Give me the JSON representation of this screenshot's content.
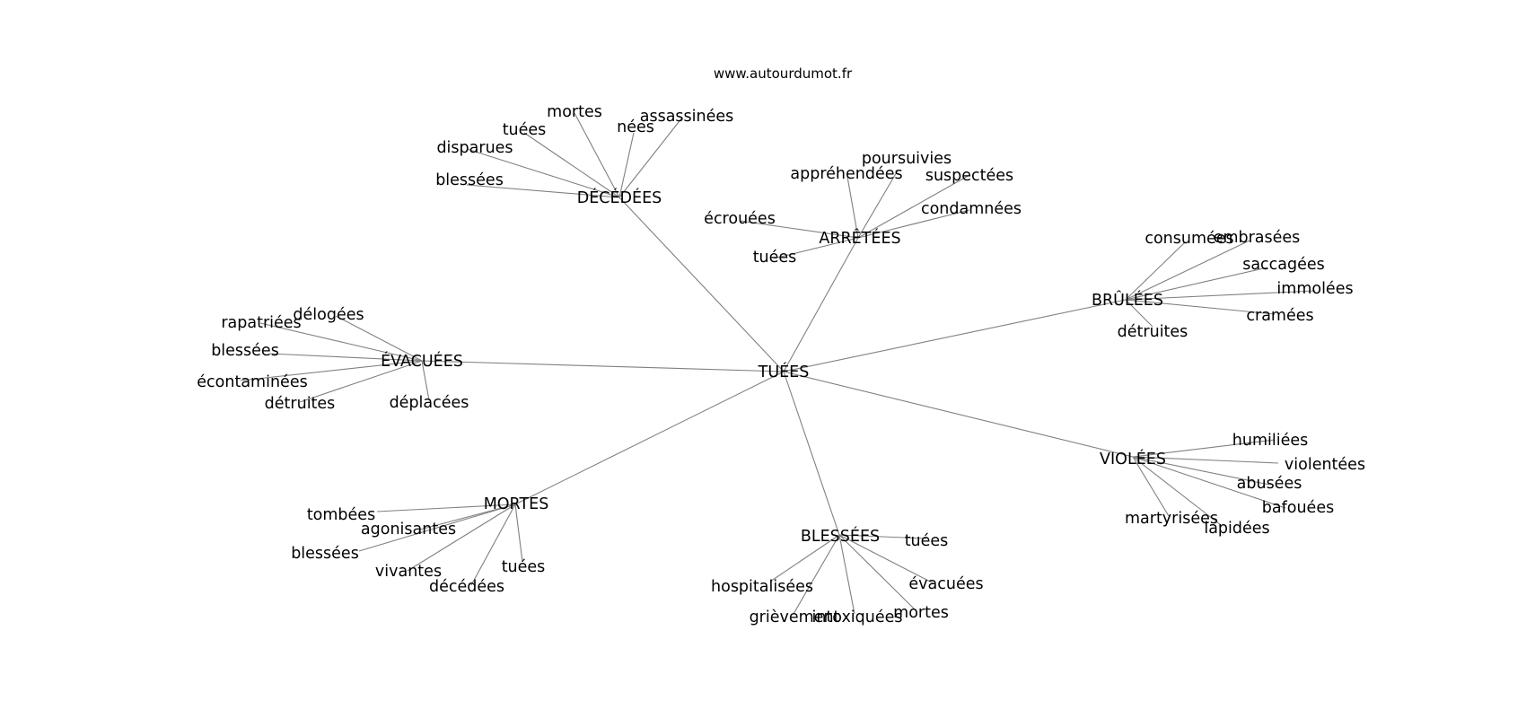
{
  "source": "www.autourdumot.fr",
  "center": "TUÉES",
  "edge_color": "#808080",
  "clusters": [
    {
      "label": "DÉCÉDÉES",
      "leaves": [
        "mortes",
        "assassinées",
        "tuées",
        "nées",
        "disparues",
        "blessées"
      ]
    },
    {
      "label": "ARRÊTÉES",
      "leaves": [
        "poursuivies",
        "appréhendées",
        "suspectées",
        "condamnées",
        "écrouées",
        "tuées"
      ]
    },
    {
      "label": "BRÛLÉES",
      "leaves": [
        "consumées",
        "embrasées",
        "saccagées",
        "immolées",
        "cramées",
        "détruites"
      ]
    },
    {
      "label": "ÉVACUÉES",
      "leaves": [
        "délogées",
        "rapatriées",
        "blessées",
        "écontaminées",
        "détruites",
        "déplacées"
      ]
    },
    {
      "label": "VIOLÉES",
      "leaves": [
        "humiliées",
        "violentées",
        "abusées",
        "bafouées",
        "martyrisées",
        "lapidées"
      ]
    },
    {
      "label": "MORTES",
      "leaves": [
        "tombées",
        "agonisantes",
        "blessées",
        "vivantes",
        "décédées",
        "tuées"
      ]
    },
    {
      "label": "BLESSÉES",
      "leaves": [
        "tuées",
        "hospitalisées",
        "évacuées",
        "grièvement",
        "intoxiquées",
        "mortes"
      ]
    }
  ]
}
